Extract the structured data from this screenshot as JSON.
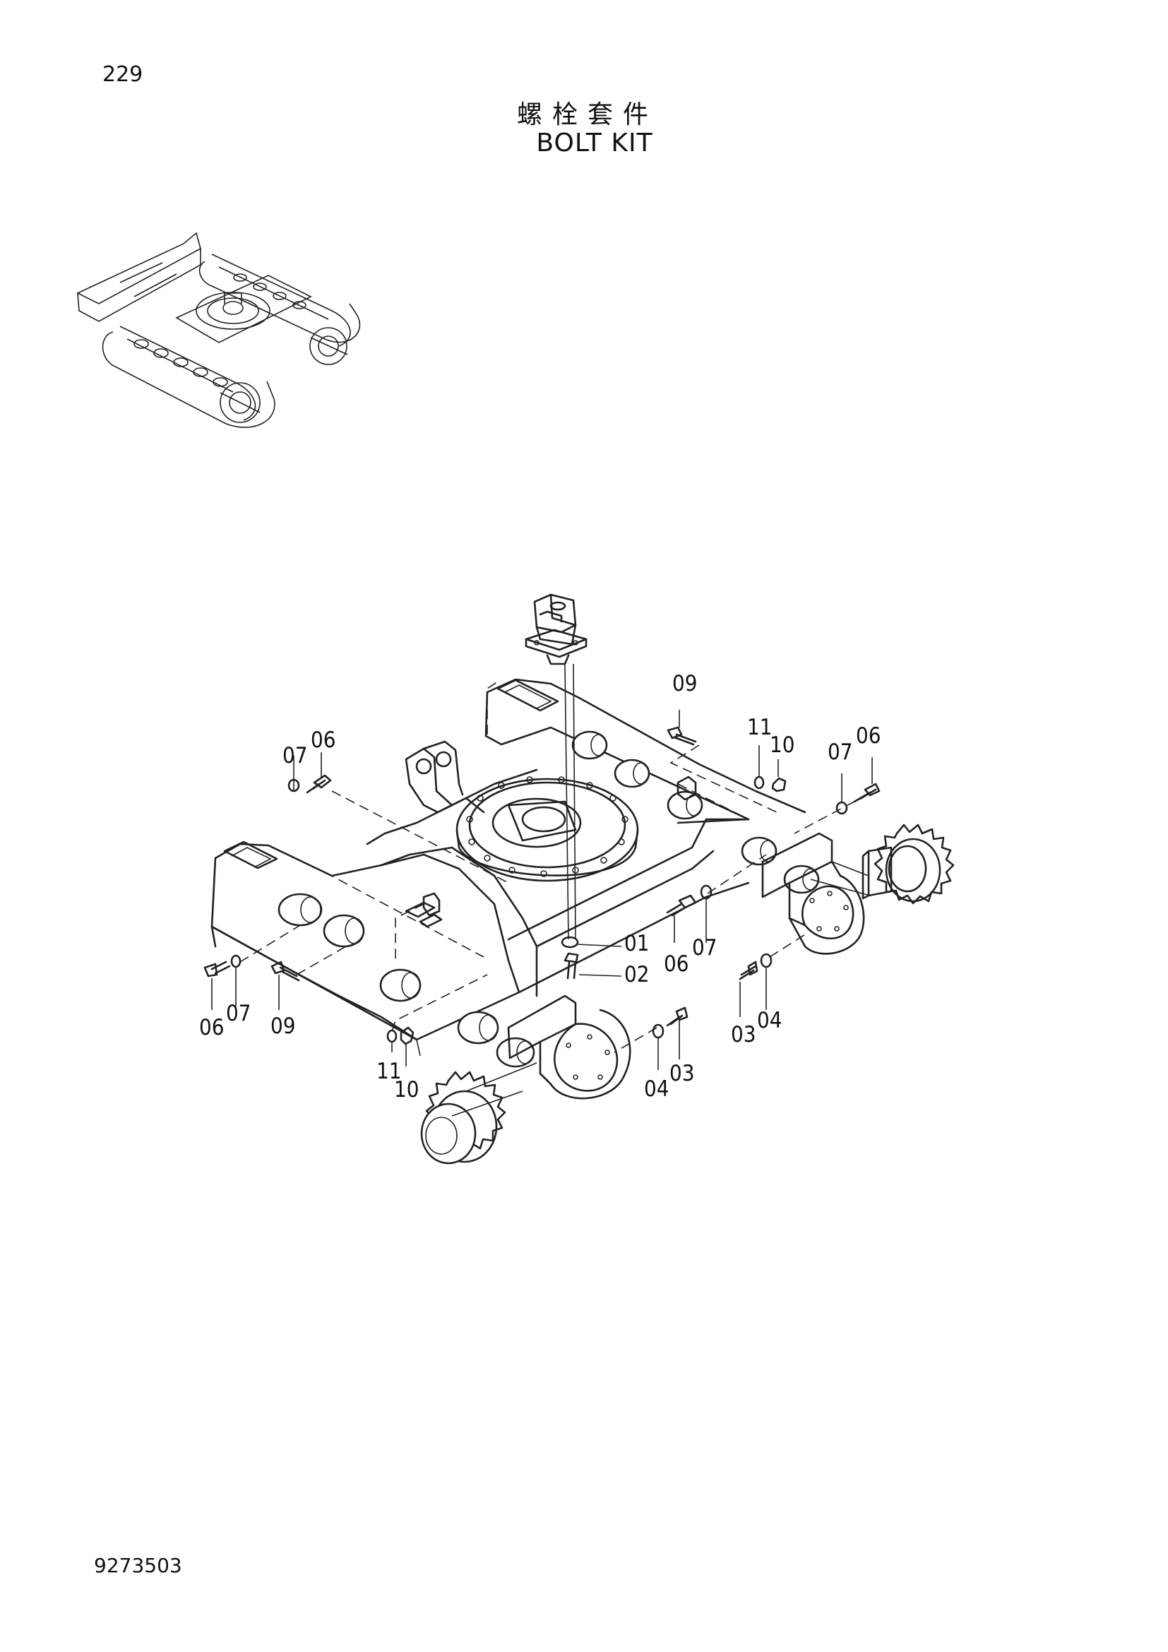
{
  "page": {
    "number": "229",
    "title_zh": "螺栓套件",
    "title_en": "BOLT KIT",
    "document_code": "9273503"
  },
  "callouts": {
    "c01": "01",
    "c02": "02",
    "c03a": "03",
    "c03b": "03",
    "c04a": "04",
    "c04b": "04",
    "c06a": "06",
    "c06b": "06",
    "c06c": "06",
    "c06d": "06",
    "c07a": "07",
    "c07b": "07",
    "c07c": "07",
    "c07d": "07",
    "c09a": "09",
    "c09b": "09",
    "c10a": "10",
    "c10b": "10",
    "c11a": "11",
    "c11b": "11"
  }
}
